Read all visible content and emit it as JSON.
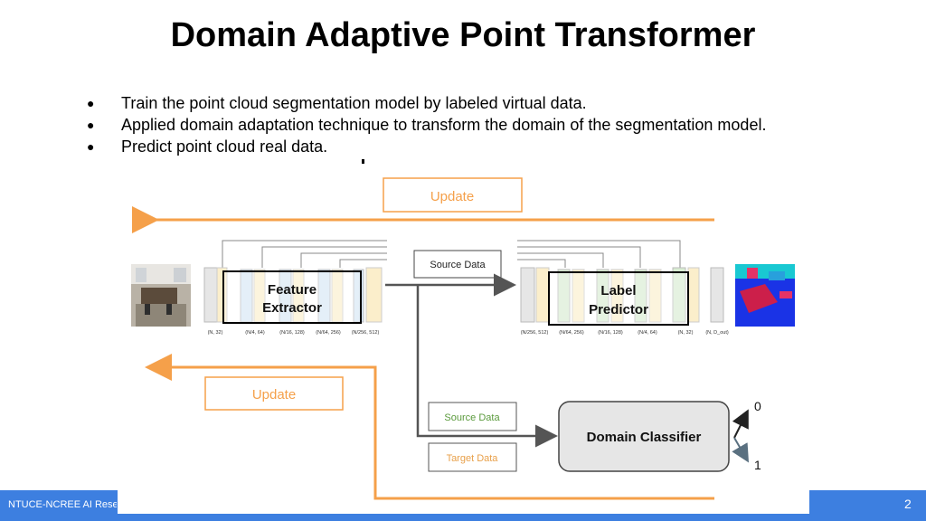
{
  "slide": {
    "title": "Domain Adaptive Point Transformer",
    "bullets": [
      "Train the point cloud segmentation model by labeled virtual data.",
      "Applied domain adaptation technique to transform the domain of the segmentation model.",
      "Predict point cloud real data."
    ],
    "page_number": "2",
    "footer_text": "NTUCE-NCREE AI Resea"
  },
  "diagram": {
    "update_top": "Update",
    "update_bottom": "Update",
    "source_data_top": "Source Data",
    "feature_extractor_line1": "Feature",
    "feature_extractor_line2": "Extractor",
    "label_predictor_line1": "Label",
    "label_predictor_line2": "Predictor",
    "domain_classifier": "Domain Classifier",
    "source_data_bottom": "Source Data",
    "target_data": "Target Data",
    "output_0": "0",
    "output_1": "1",
    "encoder_dims": [
      "(N, 32)",
      "(N/4, 64)",
      "(N/16, 128)",
      "(N/64, 256)",
      "(N/256, 512)"
    ],
    "decoder_dims": [
      "(N/256, 512)",
      "(N/64, 256)",
      "(N/16, 128)",
      "(N/4, 64)",
      "(N, 32)",
      "(N, D_out)"
    ]
  },
  "colors": {
    "orange": "#f5a04a",
    "footer_blue": "#3d7fe0",
    "source_green": "#5a9a3c",
    "target_orange": "#e8a04a",
    "layer_gray": "#e6e6e6",
    "layer_blue": "#d6e6f5",
    "layer_yellow": "#fbeecb",
    "layer_green": "#d8ecd2"
  },
  "icons": [
    "room-photo-icon",
    "segmented-pointcloud-icon"
  ]
}
